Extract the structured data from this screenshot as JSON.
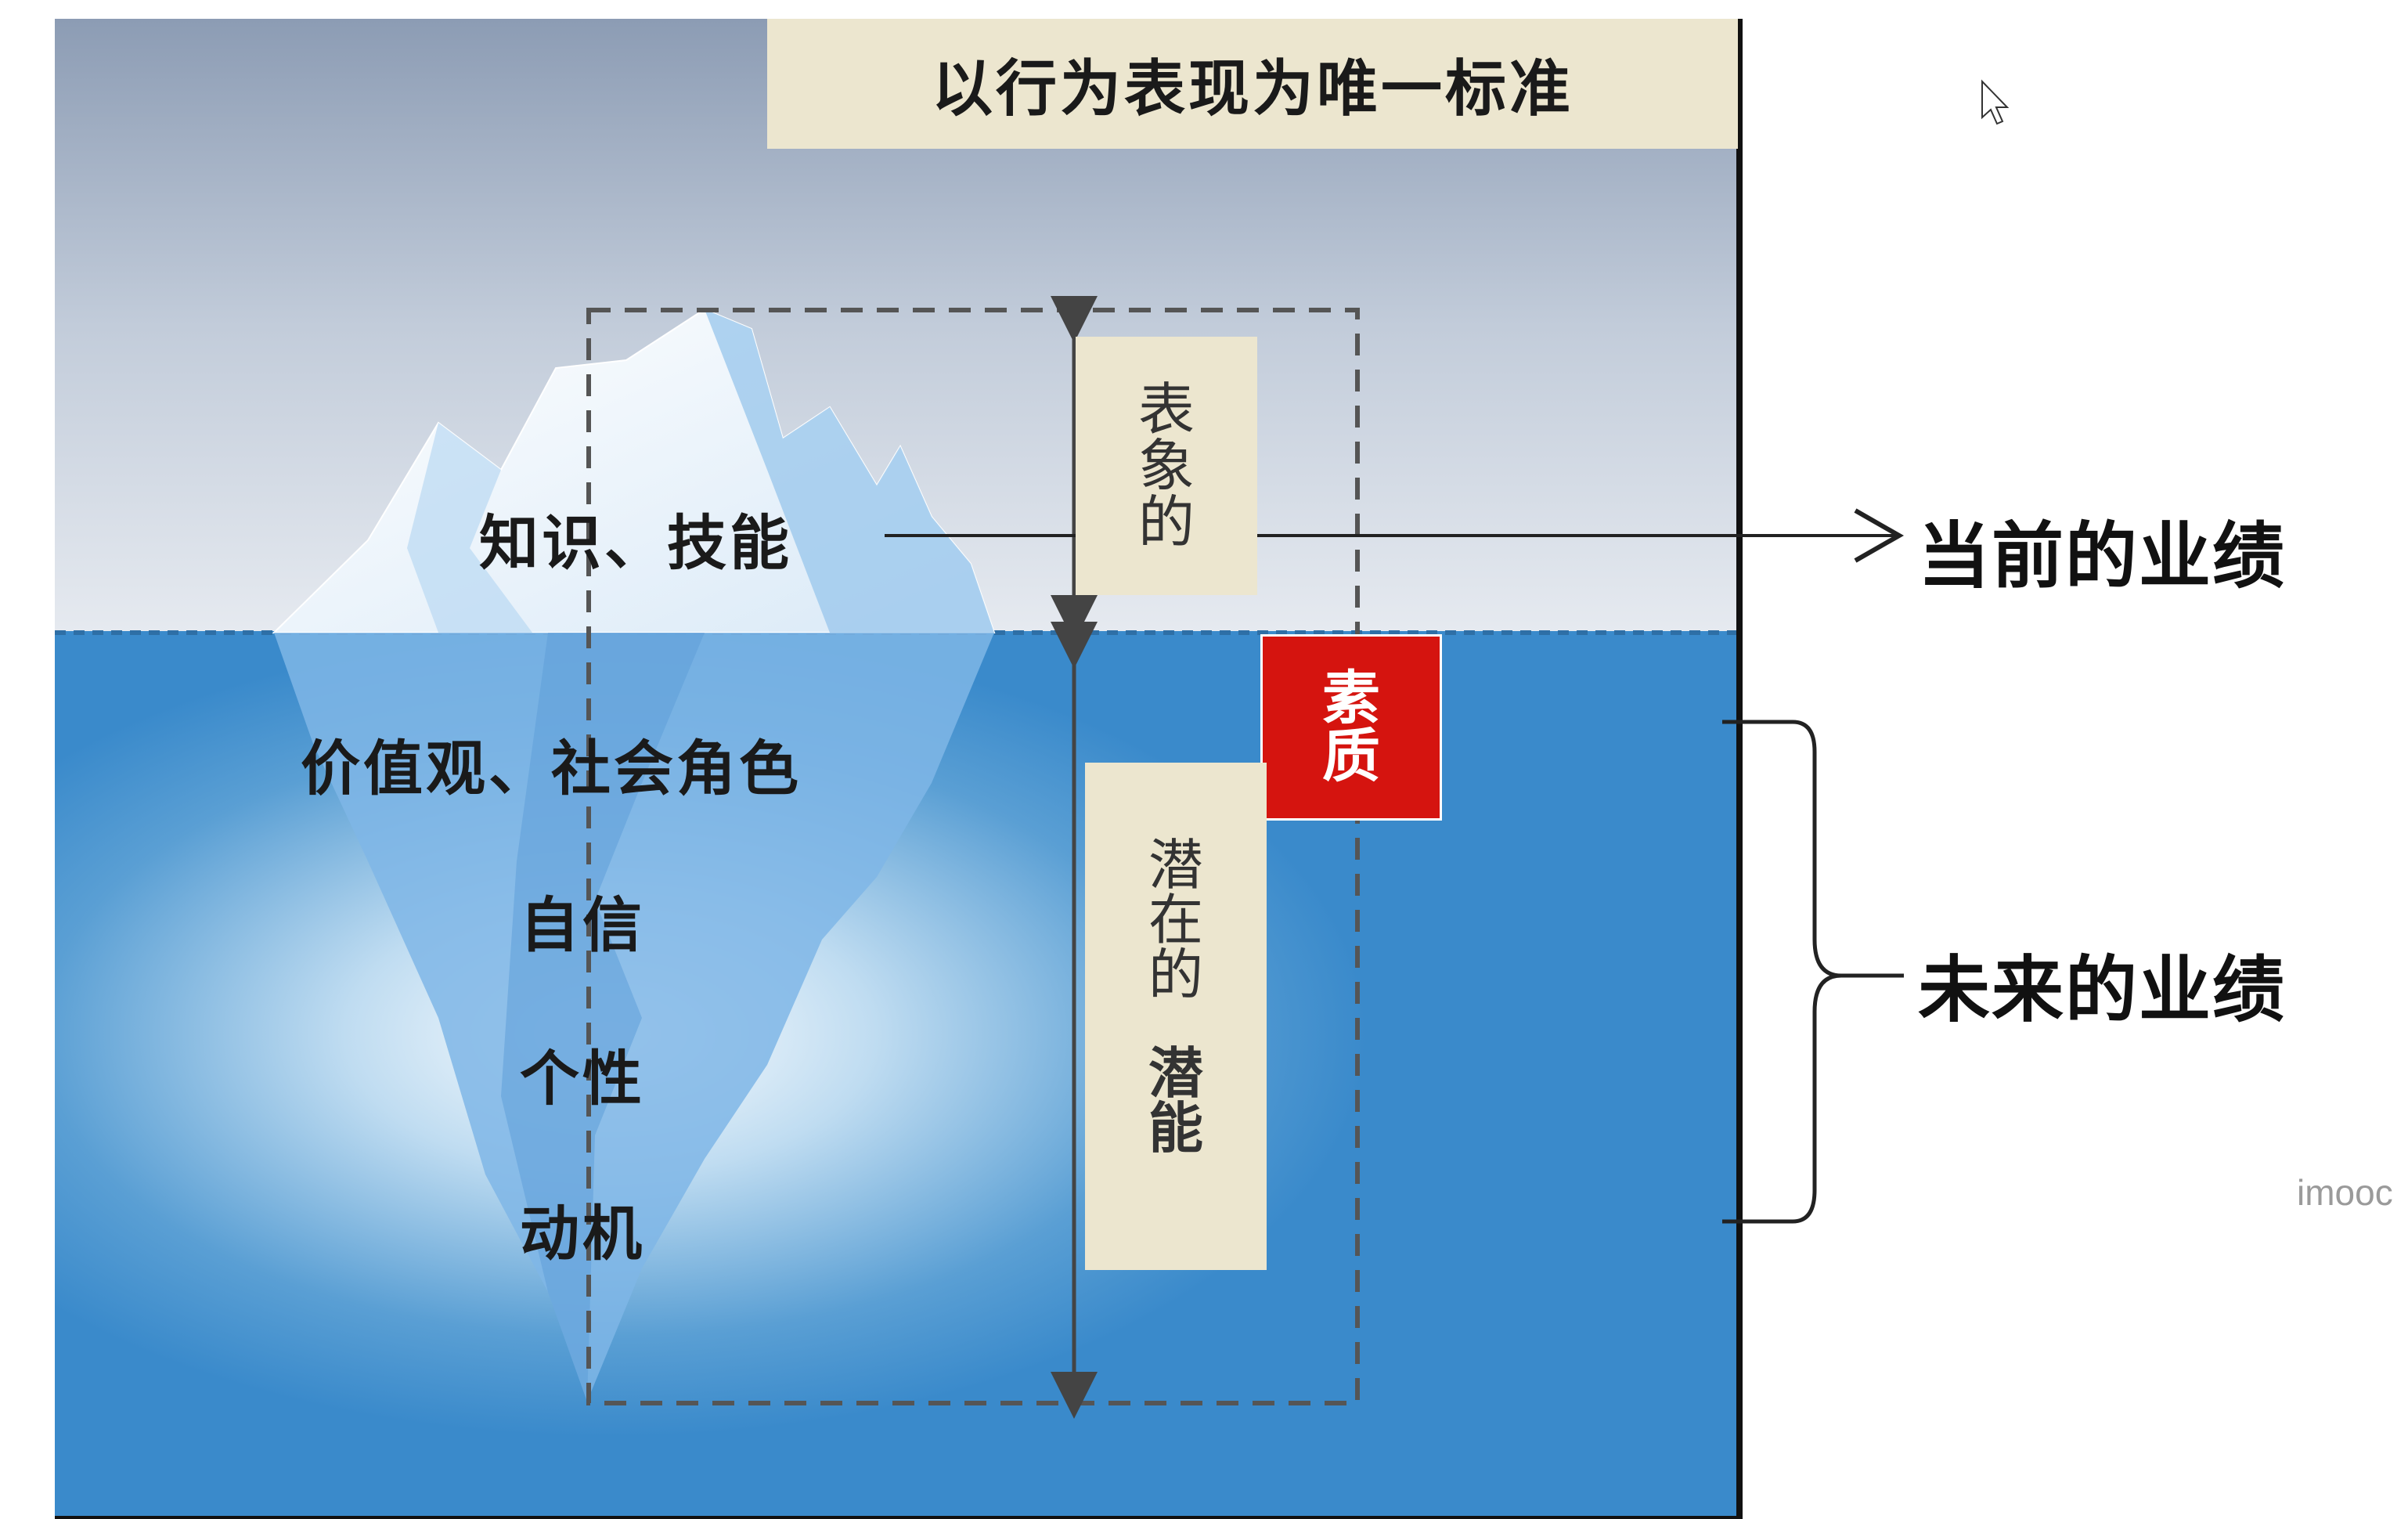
{
  "title": "以行为表现为唯一标准",
  "above_water": {
    "label": "知识、技能",
    "vertical_tag": [
      "表",
      "象",
      "的"
    ]
  },
  "below_water": {
    "labels": [
      "价值观、社会角色",
      "自信",
      "个性",
      "动机"
    ],
    "vertical_tag_regular": [
      "潜",
      "在",
      "的"
    ],
    "vertical_tag_bold": [
      "潜",
      "能"
    ]
  },
  "suzhi_badge": [
    "素",
    "质"
  ],
  "outcomes": {
    "current": "当前的业绩",
    "future": "未来的业绩"
  },
  "watermark": "imooc",
  "colors": {
    "title_box_bg": "#ece6cf",
    "tag_box_bg": "#ece6cf",
    "badge_red": "#d5140f",
    "water_blue": "#3a8acb",
    "ink": "#1a1a1a"
  }
}
